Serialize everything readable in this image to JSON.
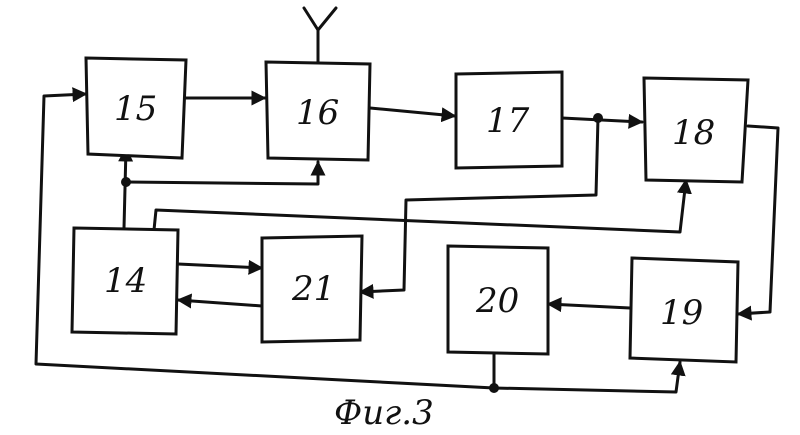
{
  "diagram": {
    "caption": "Фиг.3",
    "blocks": [
      {
        "id": "b15",
        "label": "15"
      },
      {
        "id": "b16",
        "label": "16"
      },
      {
        "id": "b17",
        "label": "17"
      },
      {
        "id": "b18",
        "label": "18"
      },
      {
        "id": "b14",
        "label": "14"
      },
      {
        "id": "b21",
        "label": "21"
      },
      {
        "id": "b20",
        "label": "20"
      },
      {
        "id": "b19",
        "label": "19"
      }
    ],
    "connections": [
      {
        "from": "15",
        "to": "16"
      },
      {
        "from": "16",
        "to": "17"
      },
      {
        "from": "17",
        "to": "18"
      },
      {
        "from": "17",
        "to": "21"
      },
      {
        "from": "18",
        "to": "19"
      },
      {
        "from": "19",
        "to": "20"
      },
      {
        "from": "20",
        "to": "15"
      },
      {
        "from": "20",
        "to": "19"
      },
      {
        "from": "14",
        "to": "15"
      },
      {
        "from": "14",
        "to": "16"
      },
      {
        "from": "14",
        "to": "18"
      },
      {
        "from": "14",
        "to": "21"
      },
      {
        "from": "21",
        "to": "14"
      }
    ],
    "antenna": {
      "attached_to": "16"
    }
  }
}
